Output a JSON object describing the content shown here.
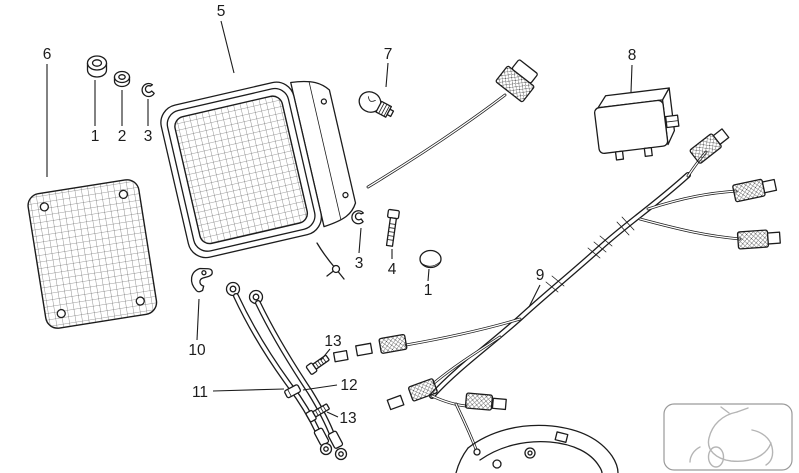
{
  "labels": {
    "l5": "5",
    "l6": "6",
    "l7": "7",
    "l8": "8",
    "l1a": "1",
    "l2a": "2",
    "l3a": "3",
    "l3b": "3",
    "l4": "4",
    "l1b": "1",
    "l9": "9",
    "l10": "10",
    "l13a": "13",
    "l12": "12",
    "l11": "11",
    "l13b": "13"
  },
  "colors": {
    "line": "#1c1c1c",
    "background": "#ffffff",
    "hatch": "#3a3a3a",
    "watermark": "#b5b5b5",
    "logo_box_border": "#9a9a9a"
  }
}
